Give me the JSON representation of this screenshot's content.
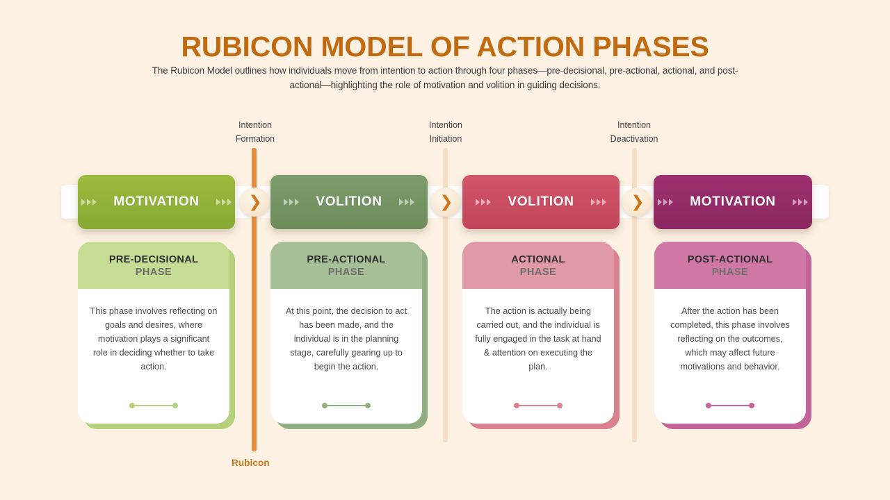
{
  "header": {
    "title": "RUBICON MODEL OF ACTION PHASES",
    "subtitle": "The Rubicon Model outlines how individuals move from intention to action through four phases—pre-decisional, pre-actional, actional, and post-actional—highlighting the role of motivation and volition in guiding decisions."
  },
  "timeline": {
    "rubicon_label": "Rubicon",
    "rubicon_color": "#e58d3d",
    "soft_divider_color": "#f7dfc6",
    "markers": [
      {
        "line1": "Intention",
        "line2": "Formation",
        "type": "rubicon"
      },
      {
        "line1": "Intention",
        "line2": "Initiation",
        "type": "soft"
      },
      {
        "line1": "Intention",
        "line2": "Deactivation",
        "type": "soft"
      }
    ],
    "connector_icon": "chevron-right-arrow",
    "connector_glyph": "❯"
  },
  "banners": [
    {
      "label": "MOTIVATION",
      "color_from": "#9cbb3e",
      "color_to": "#87a932",
      "chevron_icon": "triple-chevron-right"
    },
    {
      "label": "VOLITION",
      "color_from": "#7d9c6c",
      "color_to": "#6d8c5c",
      "chevron_icon": "triple-chevron-right"
    },
    {
      "label": "VOLITION",
      "color_from": "#d2566a",
      "color_to": "#c14558",
      "chevron_icon": "triple-chevron-right"
    },
    {
      "label": "MOTIVATION",
      "color_from": "#9d3070",
      "color_to": "#8c2761",
      "chevron_icon": "triple-chevron-right"
    }
  ],
  "phases": [
    {
      "name": "PRE-DECISIONAL",
      "sub": "PHASE",
      "text": "This phase involves reflecting on goals and desires, where motivation plays a significant role in deciding whether to take action.",
      "head_color": "#c5dc95",
      "accent_color": "#b5d17e"
    },
    {
      "name": "PRE-ACTIONAL",
      "sub": "PHASE",
      "text": "At this point, the decision to act has been made, and the individual is in the planning stage, carefully gearing up to begin the action.",
      "head_color": "#a6bf97",
      "accent_color": "#91ad82"
    },
    {
      "name": "ACTIONAL",
      "sub": "PHASE",
      "text": "The action is actually being carried out, and the individual is fully engaged in the task at hand & attention on executing the plan.",
      "head_color": "#e099a6",
      "accent_color": "#d9818f"
    },
    {
      "name": "POST-ACTIONAL",
      "sub": "PHASE",
      "text": "After the action has been completed, this phase involves reflecting on the outcomes, which may affect future motivations and behavior.",
      "head_color": "#cf78a6",
      "accent_color": "#c4659a"
    }
  ],
  "background_color": "#fcf1e2"
}
